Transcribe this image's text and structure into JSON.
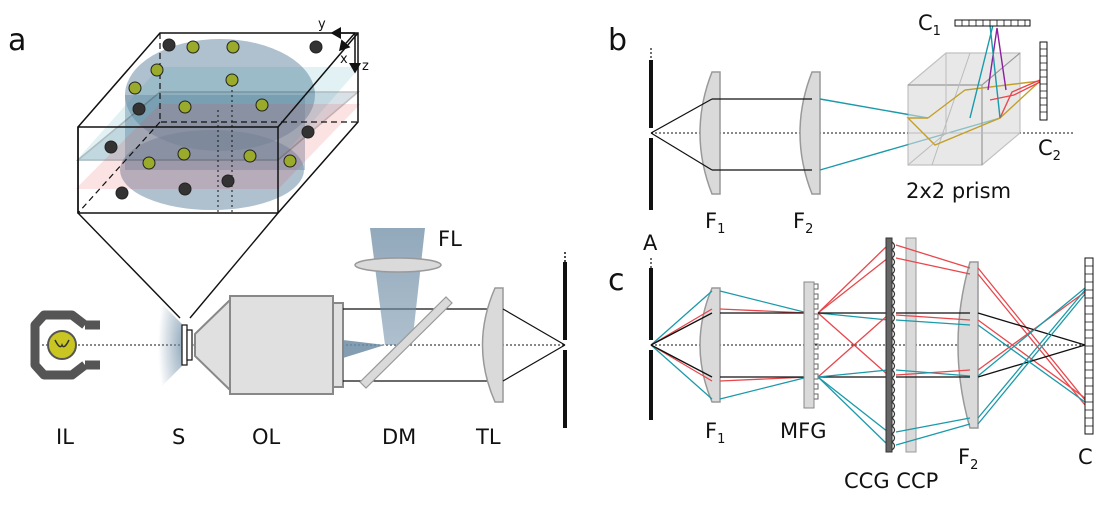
{
  "panels": {
    "a": "a",
    "b": "b",
    "c": "c"
  },
  "panel_a": {
    "labels": {
      "il": "IL",
      "s": "S",
      "ol": "OL",
      "dm": "DM",
      "tl": "TL",
      "fl": "FL"
    },
    "axes": {
      "x": "x",
      "y": "y",
      "z": "z"
    }
  },
  "panel_b": {
    "f1": {
      "main": "F",
      "sub": "1"
    },
    "f2": {
      "main": "F",
      "sub": "2"
    },
    "c1": {
      "main": "C",
      "sub": "1"
    },
    "c2": {
      "main": "C",
      "sub": "2"
    },
    "prism": "2x2 prism"
  },
  "panel_c": {
    "a": "A",
    "f1": {
      "main": "F",
      "sub": "1"
    },
    "mfg": "MFG",
    "ccg_ccp": "CCG CCP",
    "f2": {
      "main": "F",
      "sub": "2"
    },
    "c": "C"
  },
  "colors": {
    "cyan": "#1a9aaa",
    "red": "#e8474c",
    "gold": "#c2a02a",
    "purple": "#8c1fa0",
    "bead": "#9aaa2a",
    "sample_volume": "#6d8ca5",
    "lens_fill": "#dadada",
    "objective_fill": "#e0e0e0"
  }
}
